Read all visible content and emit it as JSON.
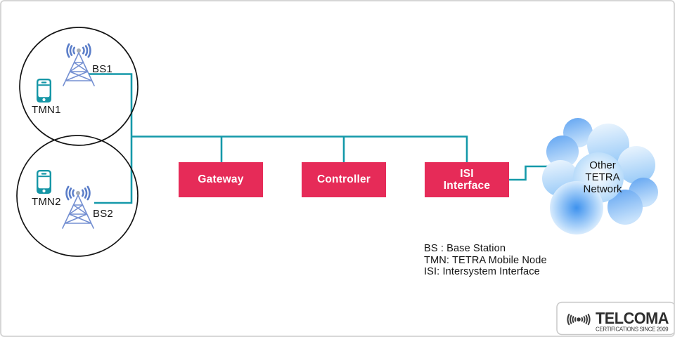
{
  "palette": {
    "teal": "#1499A9",
    "node_red": "#E62B58",
    "node_text": "#FFFFFF",
    "tower_blue": "#7590D2",
    "tower_arc_blue": "#5B7EC9",
    "phone_teal": "#1596A6",
    "ink": "#141414",
    "cloud_blue": "#4D9FF0",
    "cloud_light": "#D9ECFD",
    "logo_gray": "#3A3A3A",
    "border_gray": "#C9C9C9"
  },
  "cells": [
    {
      "bs": "BS1",
      "tmn": "TMN1"
    },
    {
      "bs": "BS2",
      "tmn": "TMN2"
    }
  ],
  "nodes": {
    "gateway": "Gateway",
    "controller": "Controller",
    "isi_line1": "ISI",
    "isi_line2": "Interface"
  },
  "cloud": {
    "line1": "Other",
    "line2": "TETRA",
    "line3": "Network"
  },
  "legend": {
    "line1": "BS : Base Station",
    "line2": "TMN: TETRA Mobile Node",
    "line3": "ISI: Intersystem Interface"
  },
  "logo": {
    "wordmark": "TELCOMA",
    "tagline": "CERTIFICATIONS SINCE 2009"
  }
}
